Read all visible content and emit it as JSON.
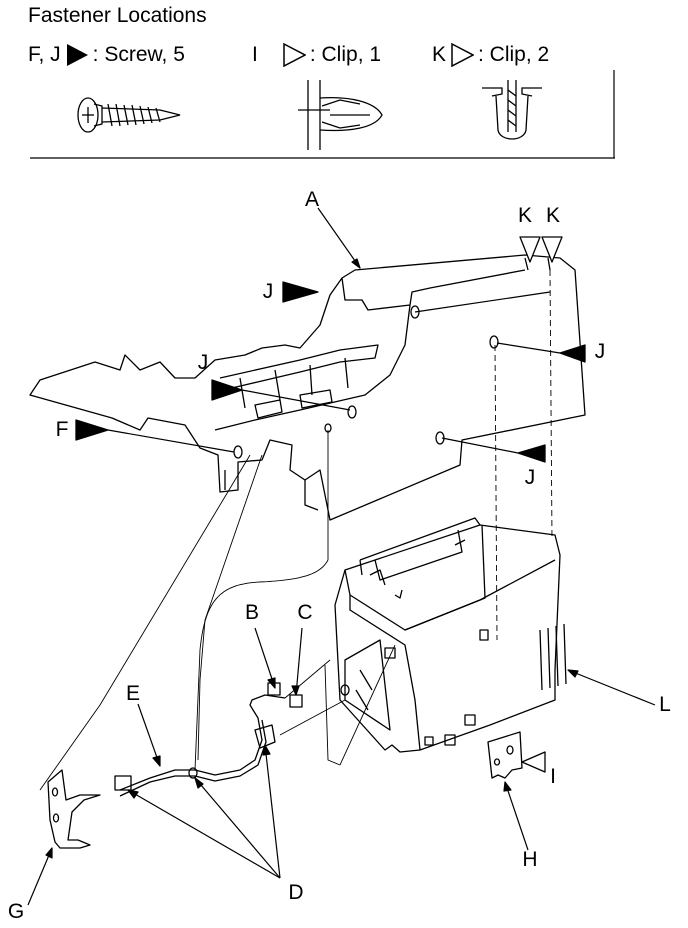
{
  "legend": {
    "title": "Fastener Locations",
    "fasteners": [
      {
        "codes": "F, J",
        "symbol": "filled-triangle",
        "desc": ": Screw, 5"
      },
      {
        "codes": "I",
        "symbol": "open-triangle",
        "desc": ": Clip, 1"
      },
      {
        "codes": "K",
        "symbol": "open-triangle",
        "desc": ": Clip, 2"
      }
    ]
  },
  "callouts": {
    "A": "A",
    "B": "B",
    "C": "C",
    "D": "D",
    "E": "E",
    "F": "F",
    "G": "G",
    "H": "H",
    "I": "I",
    "J1": "J",
    "J2": "J",
    "J3": "J",
    "J4": "J",
    "K1": "K",
    "K2": "K",
    "L": "L"
  },
  "colors": {
    "ink": "#000000",
    "paper": "#ffffff"
  }
}
